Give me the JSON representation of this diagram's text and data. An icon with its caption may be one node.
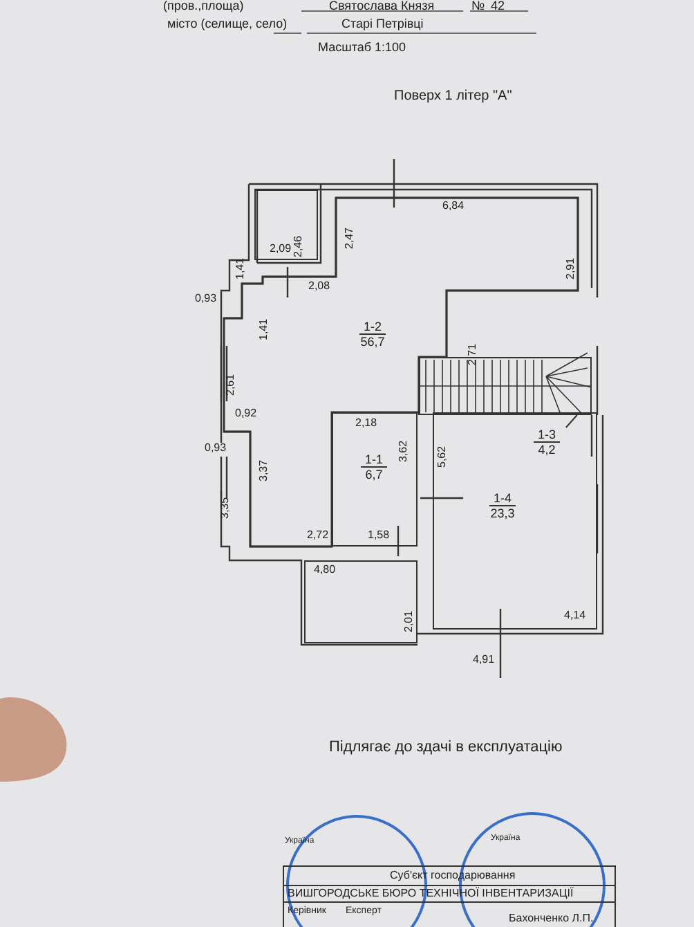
{
  "diagram": {
    "nodes": [
      {
        "text": [],
        "shape": "box"
      },
      {
        "text": [
          "1-2",
          "56,7"
        ]
      },
      {
        "text": [],
        "shape": "box"
      },
      {
        "text": [
          "1-1",
          "6,7"
        ]
      },
      {
        "text": [
          "1-4",
          "23,3"
        ]
      },
      {
        "text": [
          "1-3",
          "4,2"
        ],
        "in": 4
      },
      {
        "text": [],
        "shape": "box"
      }
    ],
    "edges": [
      {
        "from": 5,
        "to": 2,
        "arrow": "none"
      }
    ],
    "labels": [
      "(пров.,площа)",
      "Святослава Князя",
      "№",
      "42",
      "місто (селище, село)",
      "Старі Петрівці",
      "Масштаб 1:100",
      "Поверх 1 літер \"А\"",
      "6,84",
      "2,46",
      "2,47",
      "2,91",
      "2,09",
      "1,41",
      "2,08",
      "0,93",
      "1,41",
      "2,61",
      "2,71",
      "0,92",
      "2,18",
      "0,93",
      "3,37",
      "3,62",
      "5,62",
      "3,35",
      "2,72",
      "1,58",
      "4,80",
      "2,01",
      "4,14",
      "4,91",
      "Підлягає до здачі в експлуатацію",
      "Україна",
      "Україна",
      "Суб'єкт господарювання",
      "ВИШГОРОДСЬКЕ БЮРО ТЕХНІЧНОЇ ІНВЕНТАРИЗАЦІЇ",
      "Керівник",
      "Експерт",
      "Бахонченко Л.П."
    ]
  }
}
